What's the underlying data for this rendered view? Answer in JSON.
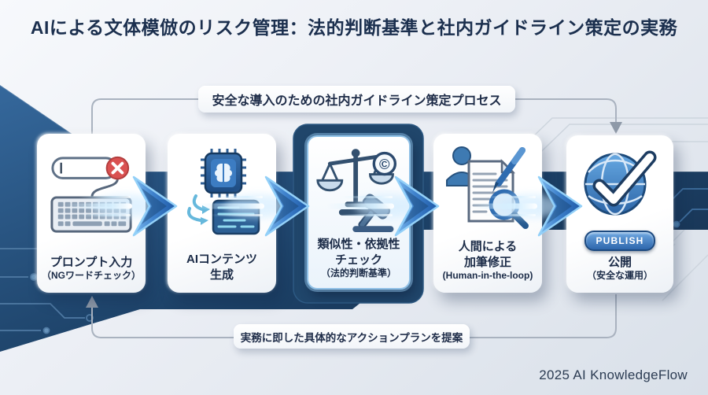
{
  "title": "AIによる文体模倣のリスク管理：法的判断基準と社内ガイドライン策定の実務",
  "top_banner": "安全な導入のための社内ガイドライン策定プロセス",
  "bottom_banner": "実務に即した具体的なアクションプランを提案",
  "credit": "2025 AI KnowledgeFlow",
  "publish_badge": "PUBLISH",
  "steps": [
    {
      "icon": "keyboard-ng-check-icon",
      "line1": "プロンプト入力",
      "line2": "（NGワードチェック）"
    },
    {
      "icon": "ai-chip-generation-icon",
      "line1": "AIコンテンツ",
      "line2": "生成"
    },
    {
      "icon": "legal-scales-copyright-icon",
      "line1": "類似性・依拠性",
      "line2": "チェック",
      "line3": "（法的判断基準）",
      "copyright_symbol": "©"
    },
    {
      "icon": "human-review-document-icon",
      "line1": "人間による",
      "line2": "加筆修正",
      "line3": "(Human-in-the-loop)"
    },
    {
      "icon": "globe-publish-check-icon",
      "line1": "公開",
      "line2": "（安全な運用）"
    }
  ],
  "colors": {
    "navy": "#1c3e63",
    "accent_blue": "#2f6fc2",
    "glow_cyan": "#a8dcff",
    "error_red": "#d95252",
    "badge_blue": "#2d66ac"
  }
}
